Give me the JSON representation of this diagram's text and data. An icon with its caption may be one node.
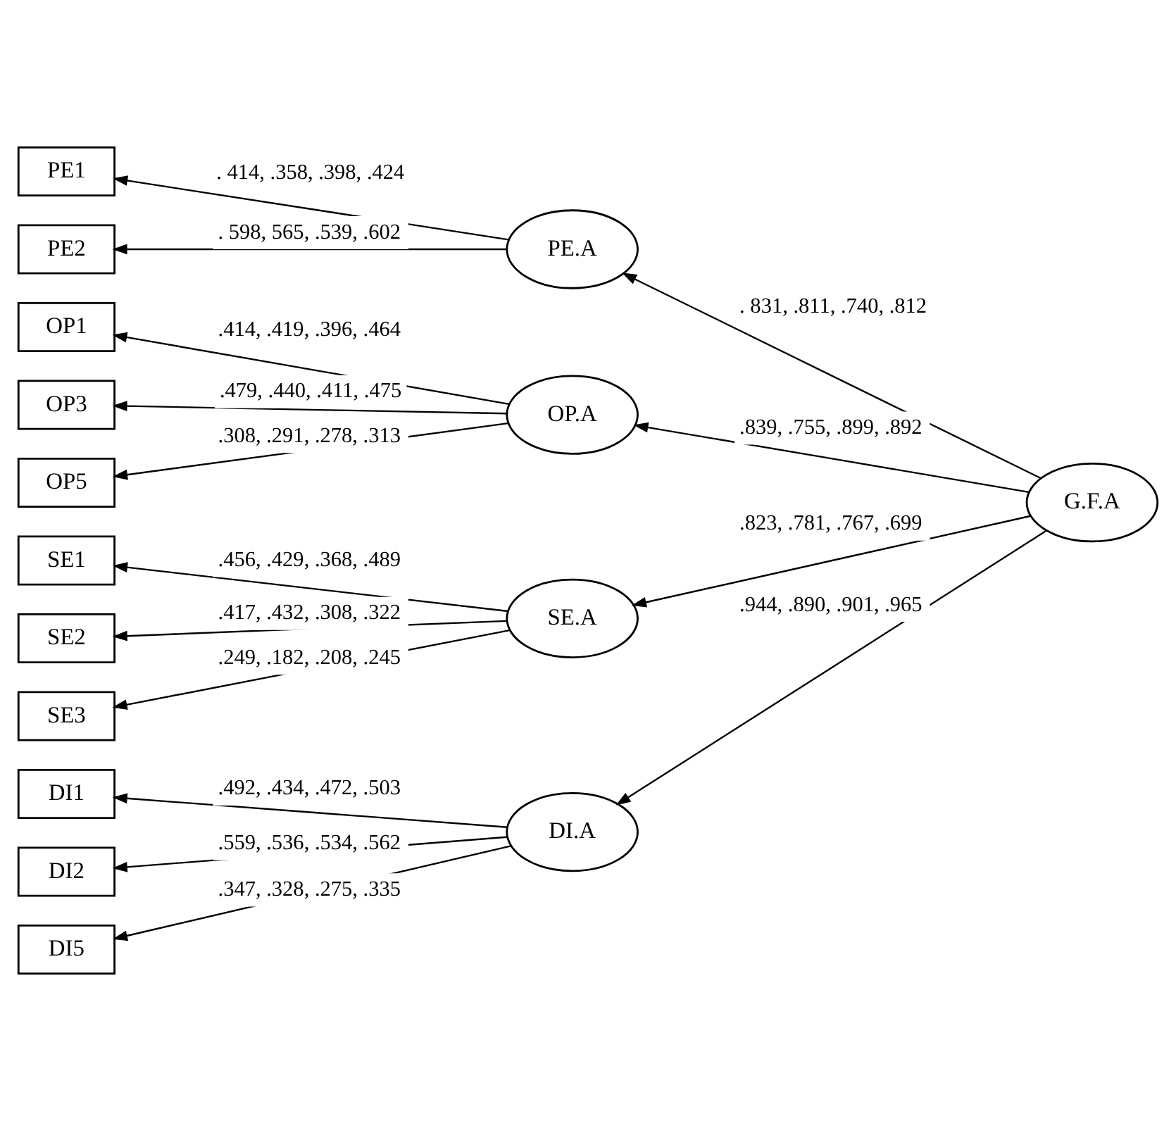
{
  "diagram": {
    "nodes": [
      {
        "text": [
          "PE1"
        ]
      },
      {
        "text": [
          "PE2"
        ]
      },
      {
        "text": [
          "PE.A"
        ]
      },
      {
        "text": [
          "OP1"
        ]
      },
      {
        "text": [
          "OP3"
        ]
      },
      {
        "text": [
          "OP5"
        ]
      },
      {
        "text": [
          "OP.A"
        ]
      },
      {
        "text": [
          "G.F.A"
        ]
      },
      {
        "text": [
          "SE1"
        ]
      },
      {
        "text": [
          "SE2"
        ]
      },
      {
        "text": [
          "SE3"
        ]
      },
      {
        "text": [
          "SE.A"
        ]
      },
      {
        "text": [
          "DI1"
        ]
      },
      {
        "text": [
          "DI2"
        ]
      },
      {
        "text": [
          "DI5"
        ]
      },
      {
        "text": [
          "DI.A"
        ]
      }
    ],
    "edges": [
      {
        "from": 7,
        "to": 2,
        "arrow": "to",
        "label": ". 831, .811, .740, .812"
      },
      {
        "from": 7,
        "to": 6,
        "arrow": "to",
        "label": ".839, .755, .899, .892"
      },
      {
        "from": 7,
        "to": 11,
        "arrow": "to",
        "label": ".823, .781, .767, .699"
      },
      {
        "from": 7,
        "to": 15,
        "arrow": "to",
        "label": ".944, .890, .901, .965"
      },
      {
        "from": 2,
        "to": 0,
        "arrow": "to",
        "label": ". 414, .358, .398, .424"
      },
      {
        "from": 2,
        "to": 1,
        "arrow": "to",
        "label": ". 598, 565, .539, .602"
      },
      {
        "from": 6,
        "to": 3,
        "arrow": "to",
        "label": ".414, .419, .396, .464"
      },
      {
        "from": 6,
        "to": 4,
        "arrow": "to",
        "label": ".479, .440, .411, .475"
      },
      {
        "from": 6,
        "to": 5,
        "arrow": "to",
        "label": ".308, .291, .278, .313"
      },
      {
        "from": 11,
        "to": 8,
        "arrow": "to",
        "label": ".456, .429, .368, .489"
      },
      {
        "from": 11,
        "to": 9,
        "arrow": "to",
        "label": ".417, .432, .308, .322"
      },
      {
        "from": 11,
        "to": 10,
        "arrow": "to",
        "label": ".249, .182, .208, .245"
      },
      {
        "from": 15,
        "to": 12,
        "arrow": "to",
        "label": ".492, .434, .472, .503"
      },
      {
        "from": 15,
        "to": 13,
        "arrow": "to",
        "label": ".559, .536, .534, .562"
      },
      {
        "from": 15,
        "to": 14,
        "arrow": "to",
        "label": ".347, .328, .275, .335"
      }
    ]
  }
}
